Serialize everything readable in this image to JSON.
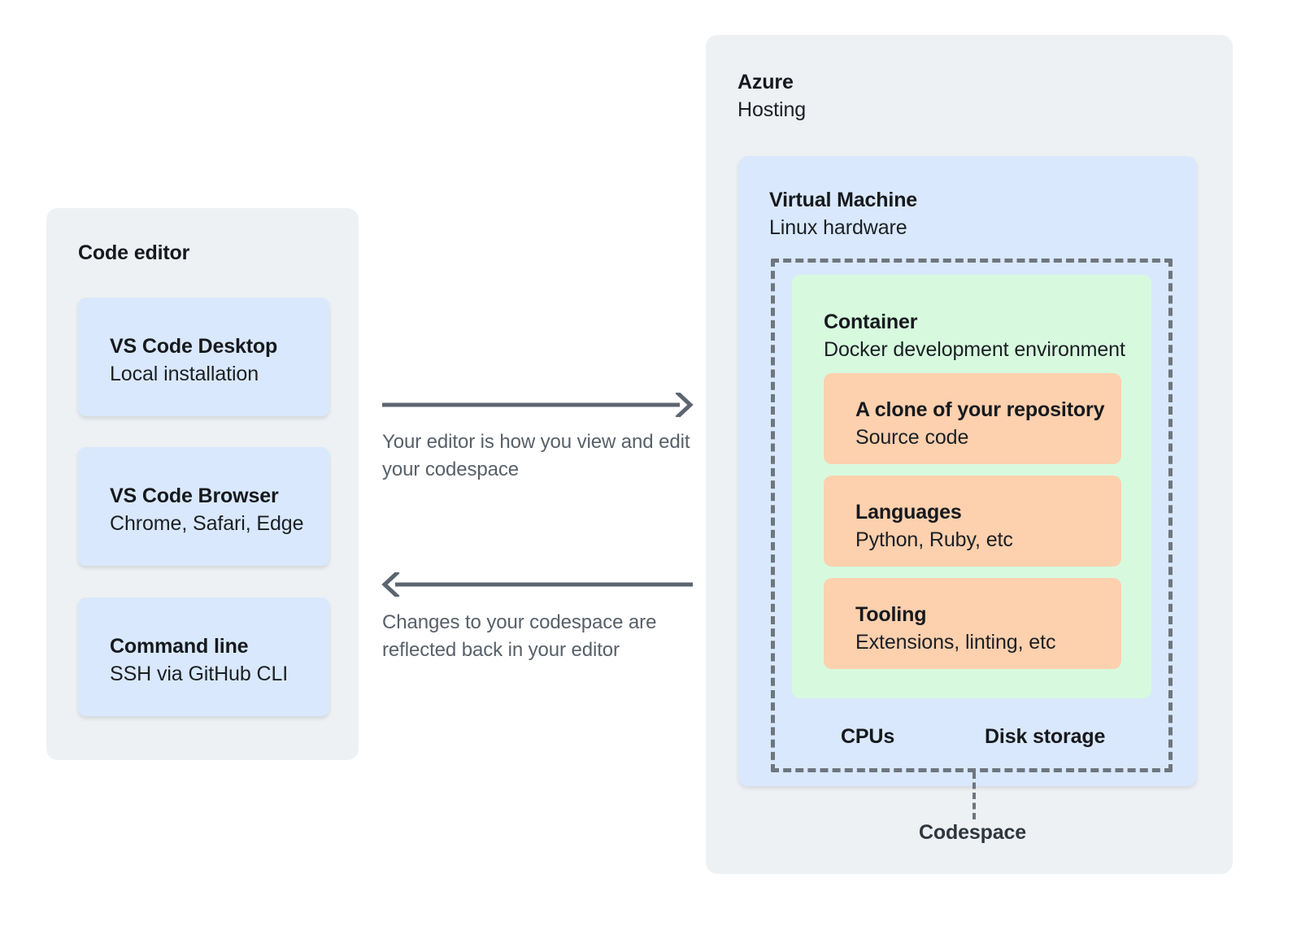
{
  "editor_panel": {
    "heading": "Code editor",
    "cards": [
      {
        "title": "VS Code Desktop",
        "subtitle": "Local installation"
      },
      {
        "title": "VS Code Browser",
        "subtitle": "Chrome, Safari, Edge"
      },
      {
        "title": "Command line",
        "subtitle": "SSH via GitHub CLI"
      }
    ]
  },
  "flow": {
    "forward": {
      "caption": "Your editor is how you view and edit your codespace",
      "direction": "right"
    },
    "backward": {
      "caption": "Changes to your codespace are reflected back in your editor",
      "direction": "left"
    }
  },
  "azure_panel": {
    "heading": "Azure",
    "subheading": "Hosting",
    "virtual_machine": {
      "title": "Virtual Machine",
      "subtitle": "Linux hardware",
      "container": {
        "title": "Container",
        "subtitle": "Docker development environment",
        "items": [
          {
            "title": "A clone of your repository",
            "subtitle": "Source code"
          },
          {
            "title": "Languages",
            "subtitle": "Python, Ruby, etc"
          },
          {
            "title": "Tooling",
            "subtitle": "Extensions, linting, etc"
          }
        ]
      },
      "hardware": {
        "cpus": "CPUs",
        "disk": "Disk storage"
      }
    },
    "codespace_label": "Codespace"
  },
  "colors": {
    "panel_background": "#edf1f4",
    "card_blue": "#d9e8fd",
    "container_green": "#d7fadf",
    "item_orange": "#fdd0ae",
    "arrow_gray": "#5c6570",
    "dash_gray": "#6e767e",
    "text_primary": "#16191d",
    "text_muted": "#586069"
  }
}
